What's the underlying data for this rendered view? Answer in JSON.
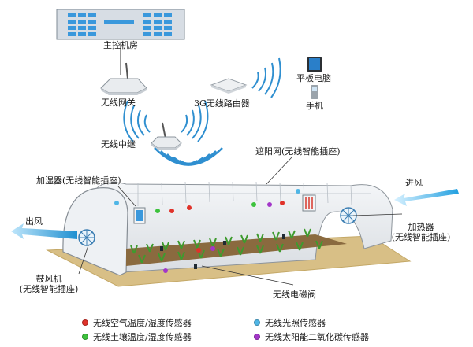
{
  "labels": {
    "server_room": "主控机房",
    "tablet": "平板电脑",
    "phone": "手机",
    "gateway": "无线网关",
    "router": "3G无线路由器",
    "relay": "无线中继",
    "shade": "遮阳网(无线智能插座)",
    "humidifier": "加湿器(无线智能插座)",
    "wind_in": "进风",
    "wind_out": "出风",
    "heater_line1": "加热器",
    "heater_line2": "(无线智能插座)",
    "blower_line1": "鼓风机",
    "blower_line2": "(无线智能插座)",
    "valve": "无线电磁阀"
  },
  "legend": [
    {
      "label": "无线空气温度/湿度传感器",
      "color": "#e0322a"
    },
    {
      "label": "无线光照传感器",
      "color": "#4fb6e6"
    },
    {
      "label": "无线土壤温度/湿度传感器",
      "color": "#3cc23c"
    },
    {
      "label": "无线太阳能二氧化碳传感器",
      "color": "#a336c9"
    }
  ]
}
